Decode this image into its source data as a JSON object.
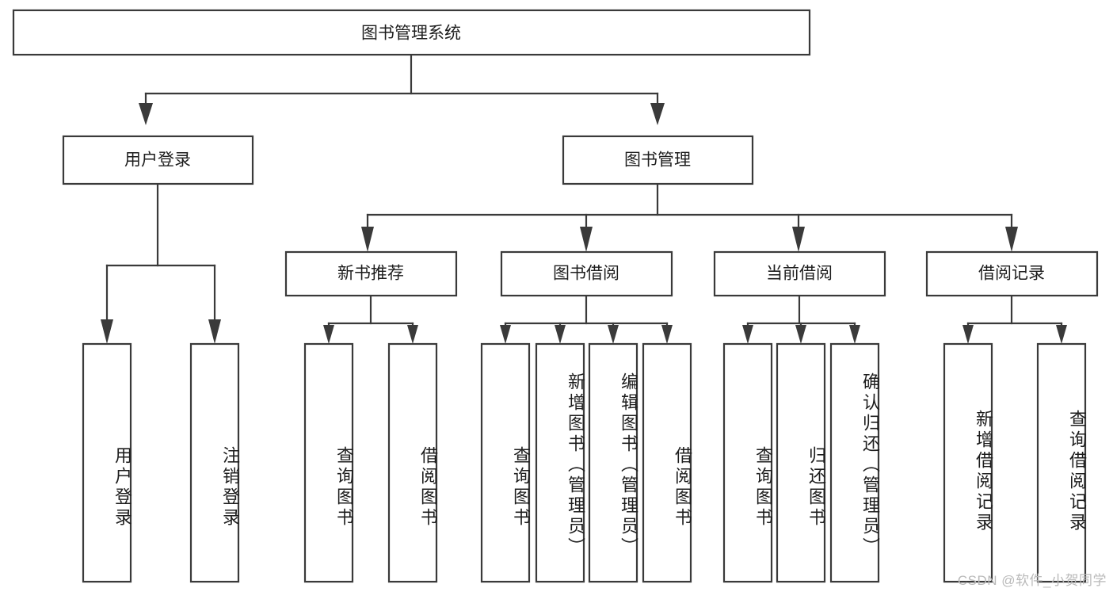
{
  "diagram": {
    "title": "图书管理系统",
    "type": "tree-hierarchy",
    "root": {
      "id": "root",
      "label": "图书管理系统",
      "orientation": "horizontal"
    },
    "level2": [
      {
        "id": "user-login",
        "label": "用户登录",
        "orientation": "horizontal"
      },
      {
        "id": "book-manage",
        "label": "图书管理",
        "orientation": "horizontal"
      }
    ],
    "level3": [
      {
        "id": "new-book-recommend",
        "label": "新书推荐",
        "orientation": "horizontal",
        "parent": "book-manage"
      },
      {
        "id": "book-borrow",
        "label": "图书借阅",
        "orientation": "horizontal",
        "parent": "book-manage"
      },
      {
        "id": "current-borrow",
        "label": "当前借阅",
        "orientation": "horizontal",
        "parent": "book-manage"
      },
      {
        "id": "borrow-record",
        "label": "借阅记录",
        "orientation": "horizontal",
        "parent": "book-manage"
      }
    ],
    "leaves": [
      {
        "id": "leaf-user-login",
        "label": "用户登录",
        "orientation": "vertical",
        "parent": "user-login"
      },
      {
        "id": "leaf-logout",
        "label": "注销登录",
        "orientation": "vertical",
        "parent": "user-login"
      },
      {
        "id": "leaf-query-book-1",
        "label": "查询图书",
        "orientation": "vertical",
        "parent": "new-book-recommend"
      },
      {
        "id": "leaf-borrow-book-1",
        "label": "借阅图书",
        "orientation": "vertical",
        "parent": "new-book-recommend"
      },
      {
        "id": "leaf-query-book-2",
        "label": "查询图书",
        "orientation": "vertical",
        "parent": "book-borrow"
      },
      {
        "id": "leaf-add-book",
        "label": "新增图书（管理员）",
        "orientation": "vertical",
        "parent": "book-borrow"
      },
      {
        "id": "leaf-edit-book",
        "label": "编辑图书（管理员）",
        "orientation": "vertical",
        "parent": "book-borrow"
      },
      {
        "id": "leaf-borrow-book-2",
        "label": "借阅图书",
        "orientation": "vertical",
        "parent": "book-borrow"
      },
      {
        "id": "leaf-query-book-3",
        "label": "查询图书",
        "orientation": "vertical",
        "parent": "current-borrow"
      },
      {
        "id": "leaf-return-book",
        "label": "归还图书",
        "orientation": "vertical",
        "parent": "current-borrow"
      },
      {
        "id": "leaf-confirm-return",
        "label": "确认归还（管理员）",
        "orientation": "vertical",
        "parent": "current-borrow"
      },
      {
        "id": "leaf-add-record",
        "label": "新增借阅记录",
        "orientation": "vertical",
        "parent": "borrow-record"
      },
      {
        "id": "leaf-query-record",
        "label": "查询借阅记录",
        "orientation": "vertical",
        "parent": "borrow-record"
      }
    ],
    "colors": {
      "stroke": "#3a3a3a",
      "fill": "#ffffff",
      "text": "#1d1d1d",
      "watermark": "#b9b9b9"
    }
  },
  "watermark": {
    "text": "CSDN @软件_小贺同学"
  }
}
